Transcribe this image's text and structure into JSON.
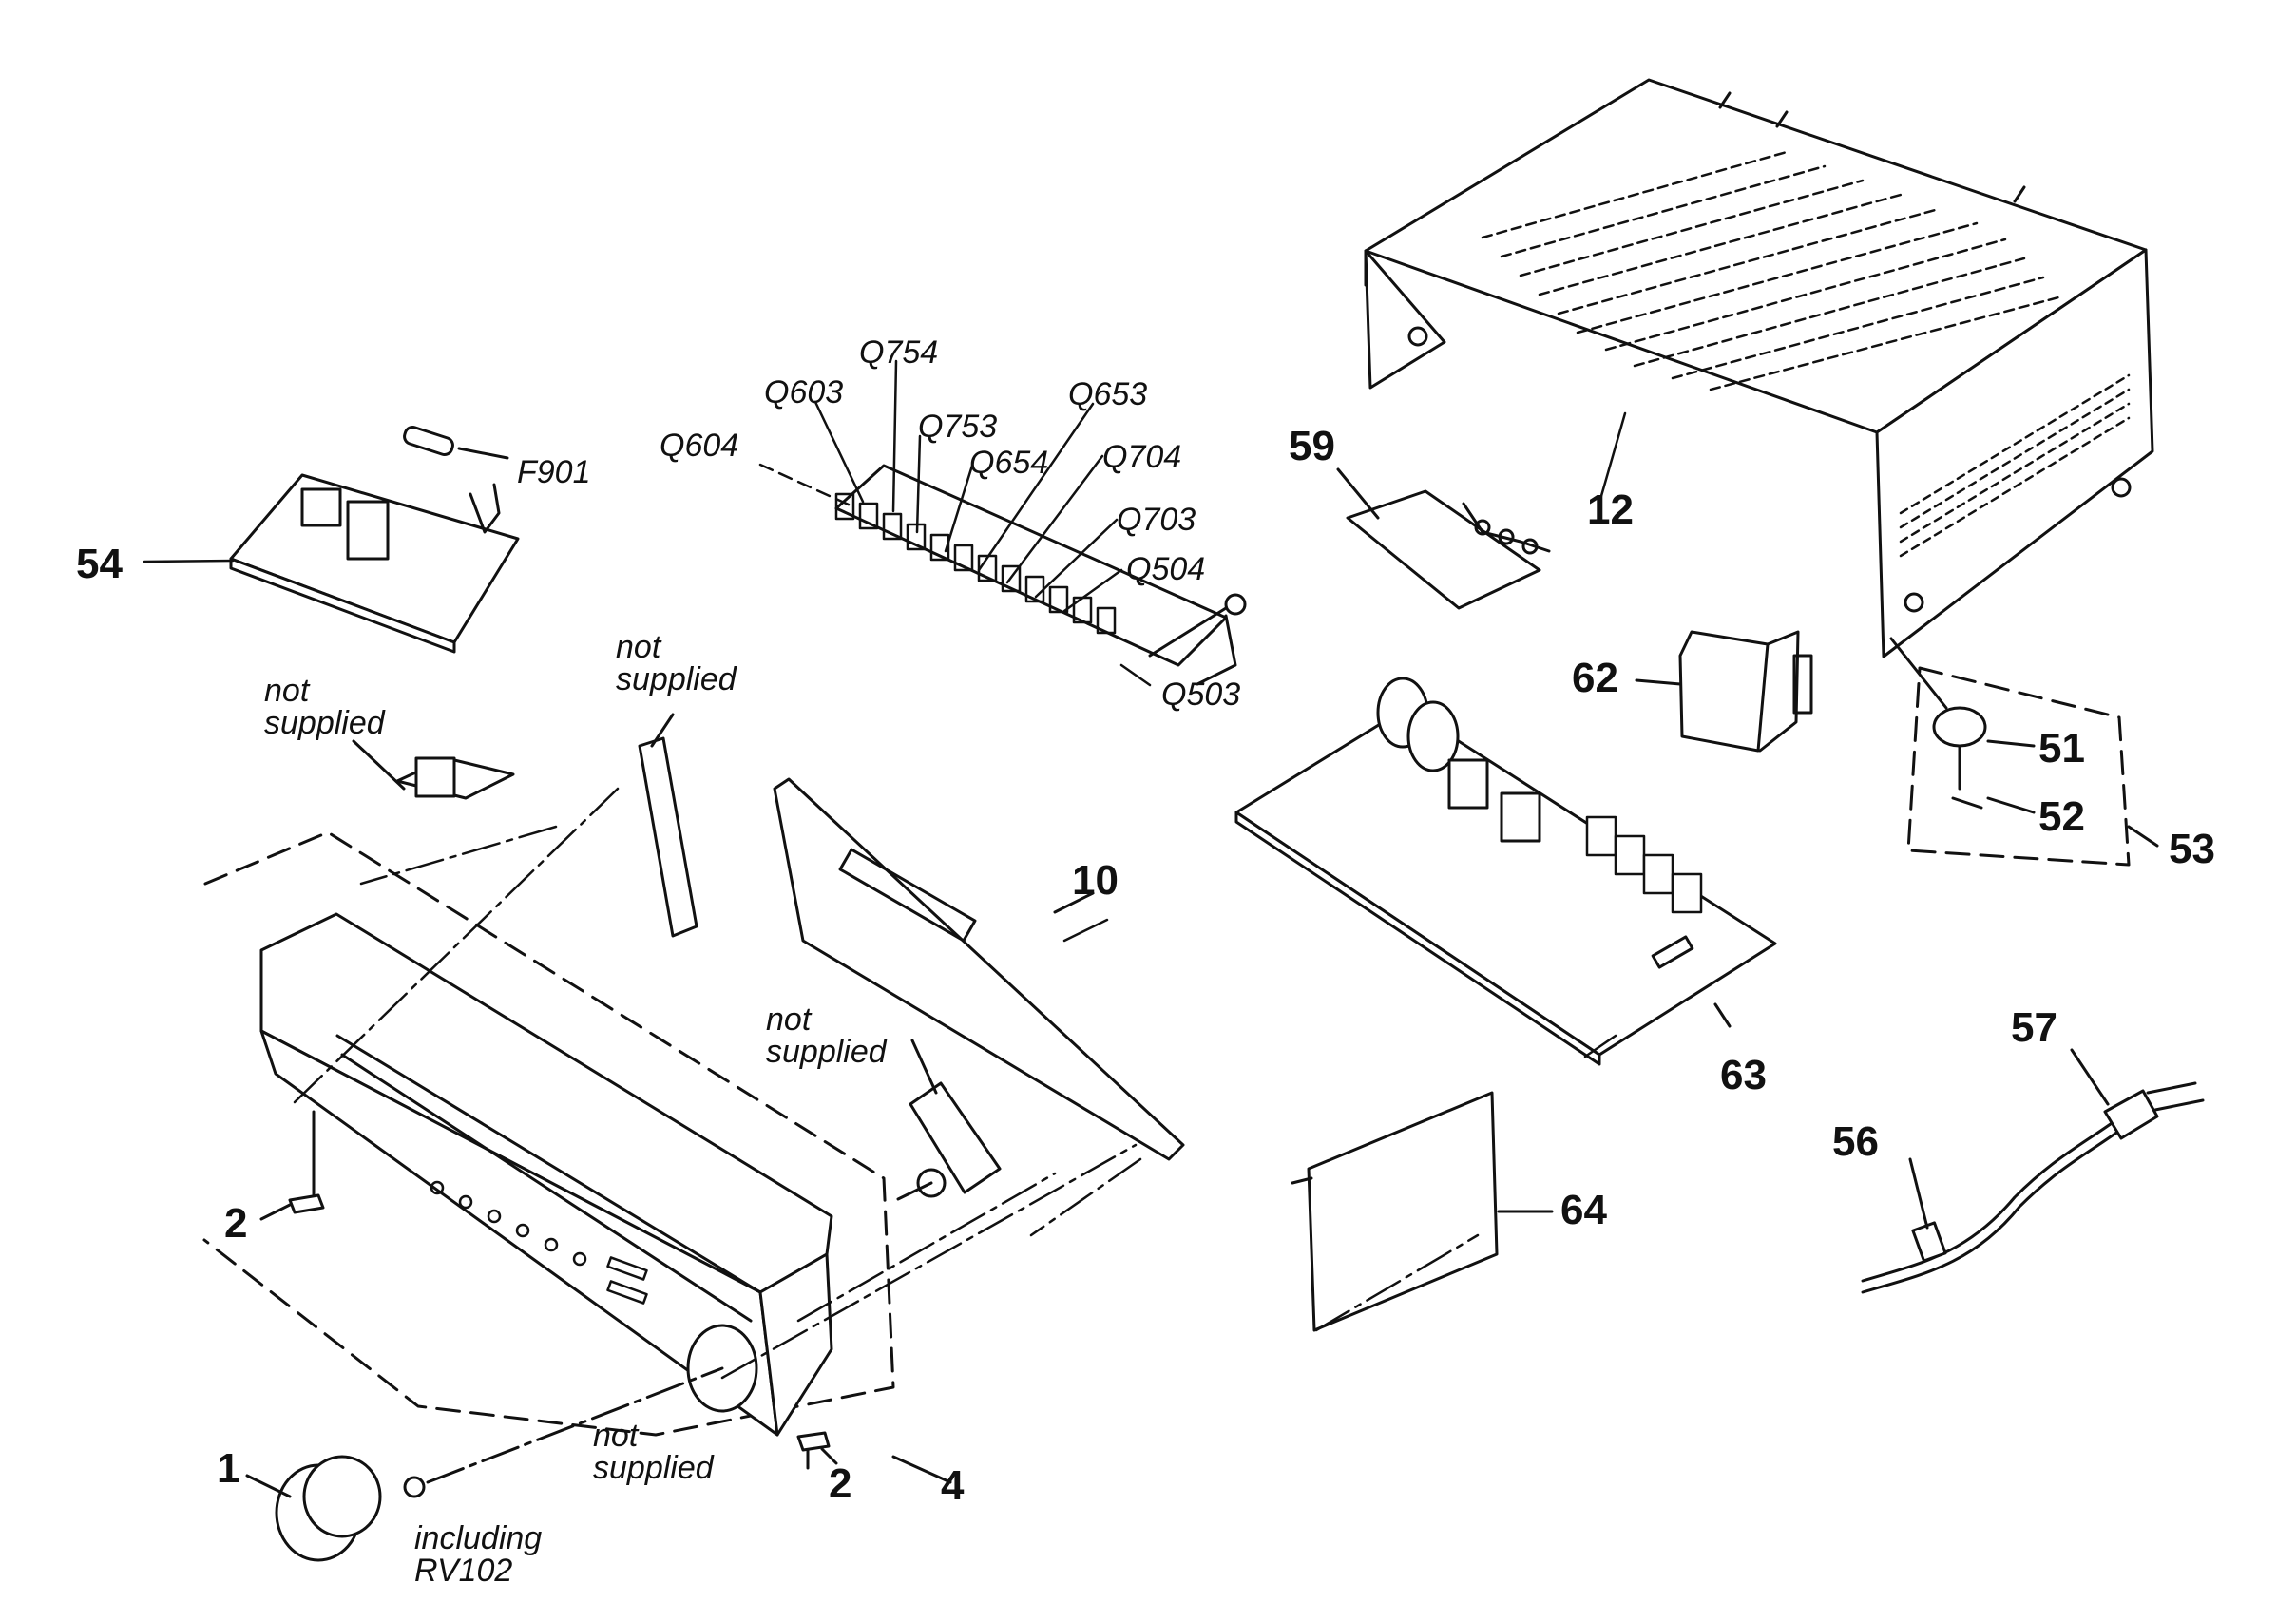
{
  "part_numbers": {
    "p1": "1",
    "p2a": "2",
    "p2b": "2",
    "p4": "4",
    "p10": "10",
    "p12": "12",
    "p51": "51",
    "p52": "52",
    "p53": "53",
    "p54": "54",
    "p56": "56",
    "p57": "57",
    "p59": "59",
    "p62": "62",
    "p63": "63",
    "p64": "64"
  },
  "ref_labels": {
    "f901": "F901",
    "q604": "Q604",
    "q603": "Q603",
    "q754": "Q754",
    "q753": "Q753",
    "q654": "Q654",
    "q653": "Q653",
    "q704": "Q704",
    "q703": "Q703",
    "q504": "Q504",
    "q503": "Q503"
  },
  "notes": {
    "not_supplied_line1": "not",
    "not_supplied_line2": "supplied",
    "including_line1": "including",
    "including_line2": "RV102"
  }
}
